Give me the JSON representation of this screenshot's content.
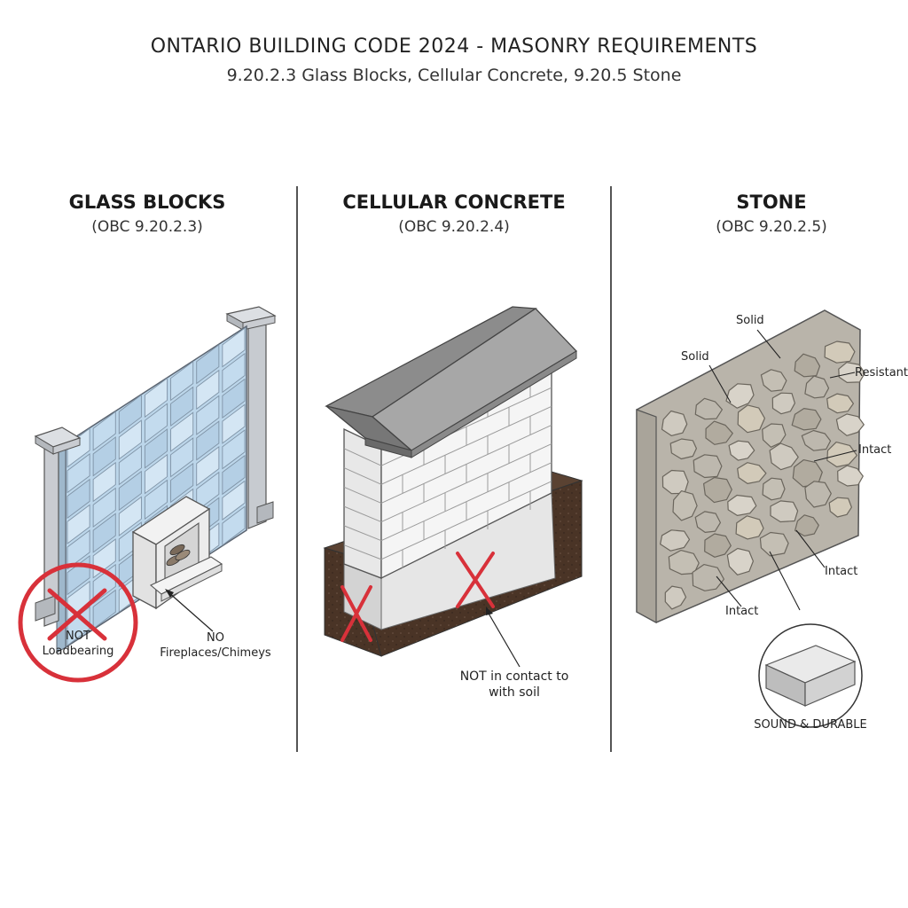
{
  "header": {
    "title": "ONTARIO BUILDING CODE 2024 - MASONRY REQUIREMENTS",
    "subtitle": "9.20.2.3 Glass Blocks, Cellular Concrete, 9.20.5 Stone"
  },
  "sections": [
    {
      "title": "GLASS BLOCKS",
      "code": "(OBC 9.20.2.3)",
      "labels": {
        "not_loadbearing_1": "NOT",
        "not_loadbearing_2": "Loadbearing",
        "no_fireplaces_1": "NO",
        "no_fireplaces_2": "Fireplaces/Chimeys"
      }
    },
    {
      "title": "CELLULAR CONCRETE",
      "code": "(OBC 9.20.2.4)",
      "labels": {
        "soil_1": "NOT in contact to",
        "soil_2": "with soil"
      }
    },
    {
      "title": "STONE",
      "code": "(OBC 9.20.2.5)",
      "labels": {
        "solid_top": "Solid",
        "solid_left": "Solid",
        "resistant": "Resistant",
        "intact_1": "Intact",
        "intact_2": "Intact",
        "intact_3": "Intact",
        "sound_durable": "SOUND & DURABLE"
      }
    }
  ],
  "colors": {
    "prohibit_red": "#d8313a",
    "glass_blue": "#bcd6ea",
    "soil_brown": "#4a3426",
    "roof_grey": "#8c8c8c",
    "stone_grey": "#c9c5bd"
  }
}
